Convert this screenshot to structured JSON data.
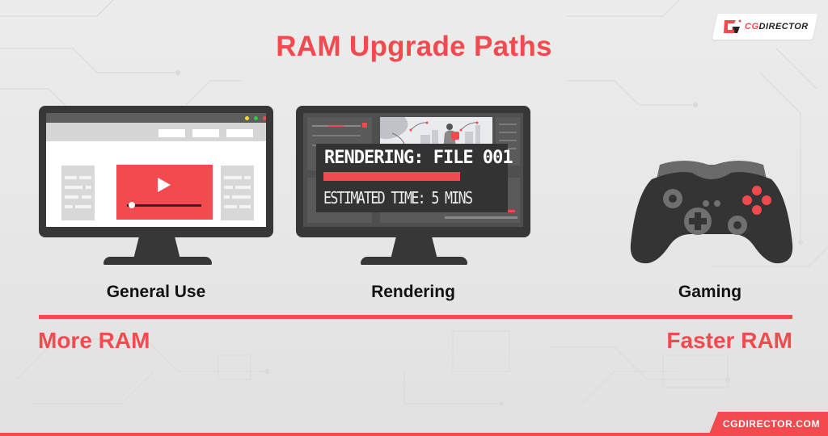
{
  "title": "RAM Upgrade Paths",
  "logo": {
    "text_prefix": "CG",
    "text_suffix": "DIRECTOR"
  },
  "categories": [
    {
      "label": "General Use",
      "icon": "video-player-monitor-icon"
    },
    {
      "label": "Rendering",
      "icon": "render-progress-monitor-icon"
    },
    {
      "label": "Gaming",
      "icon": "game-controller-icon"
    }
  ],
  "render_overlay": {
    "title": "RENDERING: FILE 001",
    "estimate": "ESTIMATED TIME: 5 MINS"
  },
  "axis": {
    "left_label": "More RAM",
    "right_label": "Faster RAM"
  },
  "footer": {
    "site": "CGDIRECTOR.COM"
  },
  "colors": {
    "accent": "#f24a4e",
    "dark": "#373737",
    "background": "#e8e8e8",
    "window_dots": [
      "#f0e02c",
      "#2ecc40",
      "#f24a4e"
    ]
  }
}
